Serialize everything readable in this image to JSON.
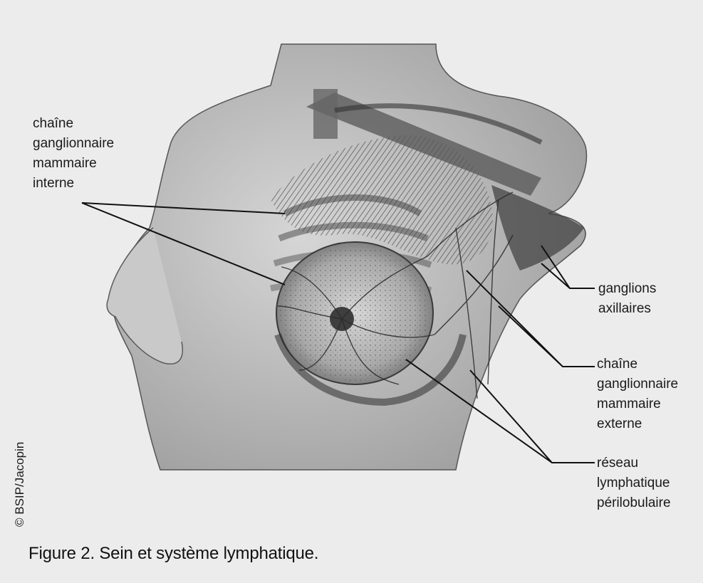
{
  "labels": {
    "chaine_interne": "chaîne\nganglionnaire\nmammaire\ninterne",
    "ganglions_axillaires": "ganglions\naxillaires",
    "chaine_externe": "chaîne\nganglionnaire\nmammaire\nexterne",
    "reseau_lymphatique": "réseau\nlymphatique\npérilobulaire"
  },
  "credit": "© BSIP/Jacopin",
  "caption": "Figure 2. Sein et système lymphatique."
}
